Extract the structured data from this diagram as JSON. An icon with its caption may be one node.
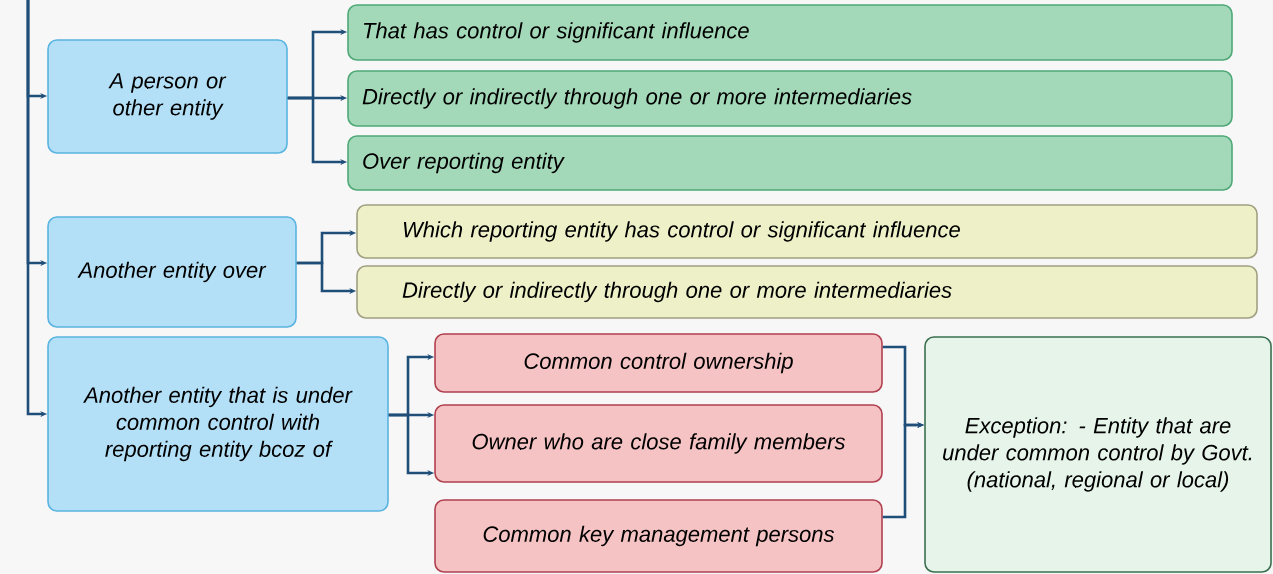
{
  "diagram": {
    "nodes": [
      {
        "text": [
          "A person or other entity"
        ]
      },
      {
        "text": [
          "That has control or significant influence"
        ]
      },
      {
        "text": [
          "Directly or indirectly through one or more intermediaries"
        ]
      },
      {
        "text": [
          "Over reporting entity"
        ]
      },
      {
        "text": [
          "Another entity over"
        ]
      },
      {
        "text": [
          "Which reporting entity has control or significant influence"
        ]
      },
      {
        "text": [
          "Directly or indirectly through one or more intermediaries"
        ]
      },
      {
        "text": [
          "Another entity that is under common control with reporting entity bcoz of"
        ]
      },
      {
        "text": [
          "Common control ownership"
        ]
      },
      {
        "text": [
          "Owner who are close family members"
        ]
      },
      {
        "text": [
          "Common key management persons"
        ]
      },
      {
        "text": [
          "Exception: - Entity that are under common control by Govt. (national, regional or local)"
        ]
      }
    ],
    "edges": [
      {
        "from": null,
        "to": 0,
        "arrow": "to"
      },
      {
        "from": null,
        "to": 4,
        "arrow": "to"
      },
      {
        "from": null,
        "to": 7,
        "arrow": "to"
      },
      {
        "from": 0,
        "to": 1,
        "arrow": "to"
      },
      {
        "from": 0,
        "to": 2,
        "arrow": "to"
      },
      {
        "from": 0,
        "to": 3,
        "arrow": "to"
      },
      {
        "from": 4,
        "to": 5,
        "arrow": "to"
      },
      {
        "from": 4,
        "to": 6,
        "arrow": "to"
      },
      {
        "from": 7,
        "to": 8,
        "arrow": "to"
      },
      {
        "from": 7,
        "to": 9,
        "arrow": "to"
      },
      {
        "from": 7,
        "to": 9,
        "arrow": "to"
      },
      {
        "from": 8,
        "to": 11,
        "arrow": "to"
      },
      {
        "from": 10,
        "to": 11,
        "arrow": "to"
      }
    ]
  }
}
